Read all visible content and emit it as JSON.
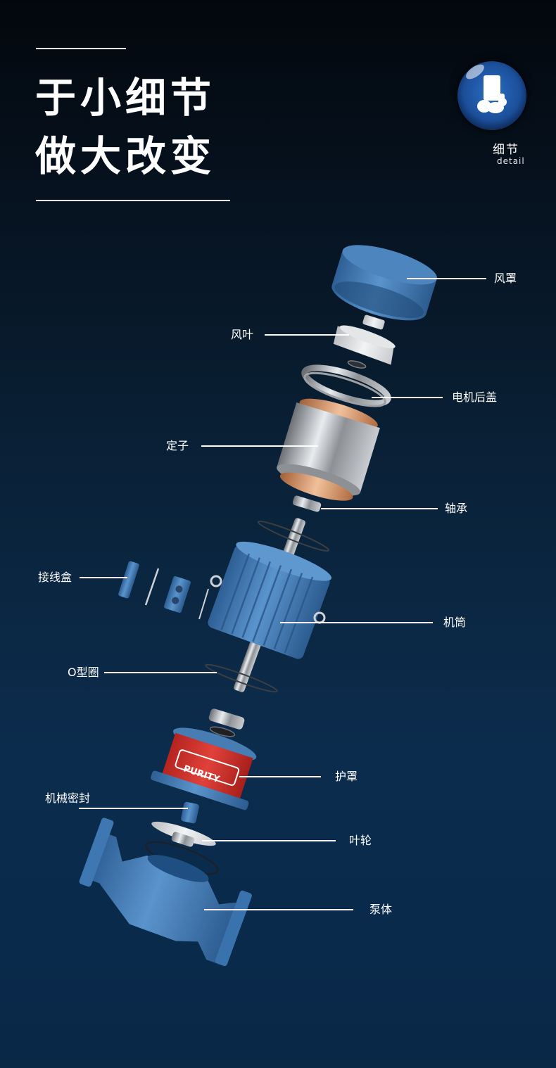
{
  "header": {
    "title_line1": "于小细节",
    "title_line2": "做大改变"
  },
  "badge": {
    "icon": "pump-silhouette-icon",
    "label": "细节",
    "sublabel": "detail"
  },
  "brand": {
    "logo_text": "PURITY"
  },
  "colors": {
    "background_top": "#03070d",
    "background_bottom": "#0a2a4c",
    "part_blue": "#3a78b8",
    "shield_red": "#d8332b",
    "copper": "#d79a6e",
    "text": "#ffffff"
  },
  "parts": [
    {
      "id": "fan-cover",
      "label": "风罩"
    },
    {
      "id": "fan-blade",
      "label": "风叶"
    },
    {
      "id": "motor-rear-cover",
      "label": "电机后盖"
    },
    {
      "id": "stator",
      "label": "定子"
    },
    {
      "id": "bearing",
      "label": "轴承"
    },
    {
      "id": "junction-box",
      "label": "接线盒"
    },
    {
      "id": "motor-housing",
      "label": "机筒"
    },
    {
      "id": "o-ring",
      "label": "O型圈"
    },
    {
      "id": "shield",
      "label": "护罩"
    },
    {
      "id": "mechanical-seal",
      "label": "机械密封"
    },
    {
      "id": "impeller",
      "label": "叶轮"
    },
    {
      "id": "pump-body",
      "label": "泵体"
    }
  ]
}
